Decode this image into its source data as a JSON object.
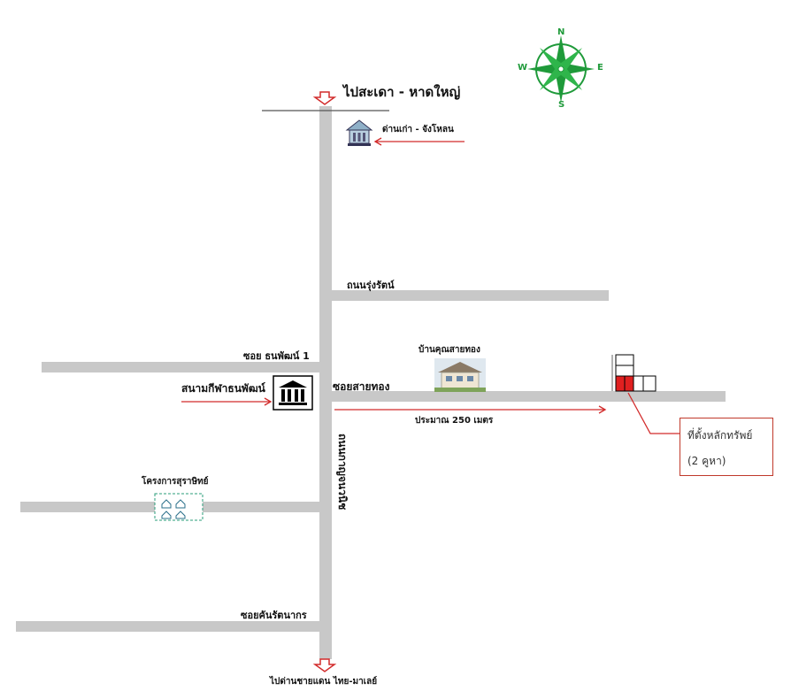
{
  "labels": {
    "north_destination": "ไปสะเดา - หาดใหญ่",
    "customs_office": "ด่านเก่า - จังโหลน",
    "road_north_branch": "ถนนรุ่งรัตน์",
    "soi_thanapat": "ซอย ธนพัฒน์ 1",
    "stadium": "สนามกีฬาธนพัฒน์",
    "soi_saithong": "ซอยสายทอง",
    "house_saithong": "บ้านคุณสายทอง",
    "distance": "ประมาณ 250 เมตร",
    "main_road": "ถนนกาญจนวนิช",
    "project": "โครงการสุราษิทย์",
    "soi_south": "ซอยคันรัตนากร",
    "south_destination": "ไปด่านชายแดน ไทย-มาเลย์",
    "property_title": "ที่ตั้งหลักทรัพย์",
    "property_units": "(2 คูหา)"
  },
  "compass": {
    "n": "N",
    "s": "S",
    "e": "E",
    "w": "W"
  },
  "colors": {
    "road": "#c8c8c8",
    "arrow": "#d22b2b",
    "compass": "#1f9a3a",
    "property": "#e02020"
  }
}
